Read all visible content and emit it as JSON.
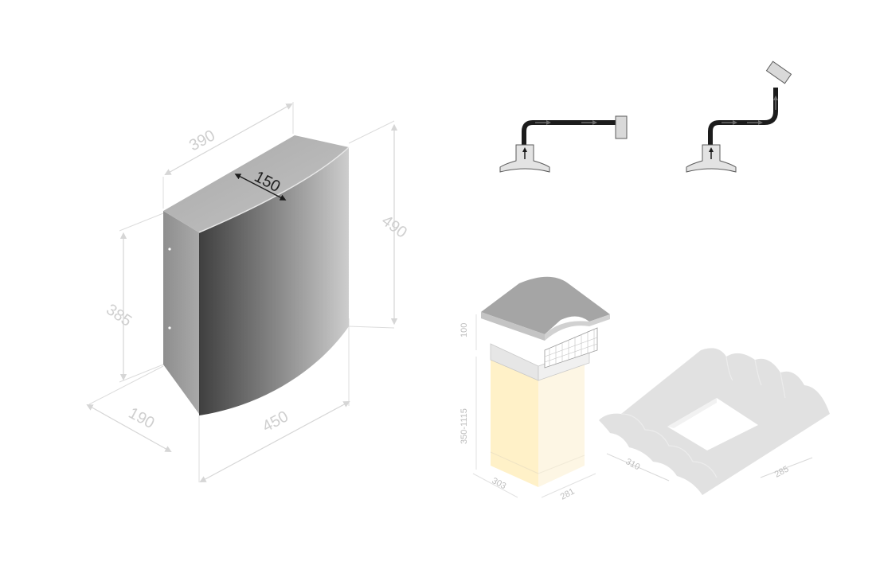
{
  "hood": {
    "dimensions": {
      "top_length": "390",
      "top_depth": "150",
      "front_height": "490",
      "side_height": "385",
      "base_depth": "190",
      "base_width": "450"
    }
  },
  "chimney": {
    "dimensions": {
      "cap_height": "100",
      "stack_height": "350-1115",
      "base_width_left": "303",
      "base_width_right": "281"
    }
  },
  "roof_opening": {
    "dimensions": {
      "left": "310",
      "right": "285"
    }
  },
  "colors": {
    "hood_gradient_start": "#4a4a4a",
    "hood_gradient_end": "#c9c9c9",
    "dimension_line": "#d6d6d6",
    "duct": "#1c1c1c",
    "chimney_body": "#fdf1cf",
    "roof": "#dedede"
  }
}
